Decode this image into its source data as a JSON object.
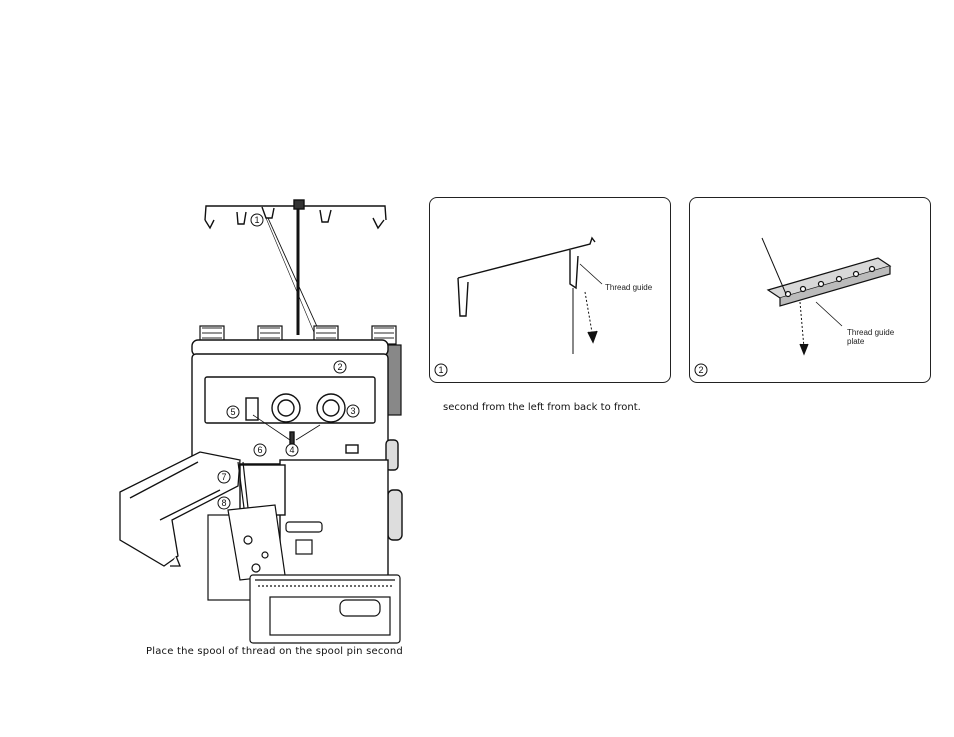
{
  "machine": {
    "callouts": [
      "1",
      "2",
      "3",
      "4",
      "5",
      "6",
      "7",
      "8"
    ]
  },
  "captions": {
    "left": "Place the spool of thread on the spool pin second",
    "right": "second from the left from back to front."
  },
  "detail1": {
    "number": "1",
    "label": "Thread guide"
  },
  "detail2": {
    "number": "2",
    "label_line1": "Thread guide",
    "label_line2": "plate"
  }
}
